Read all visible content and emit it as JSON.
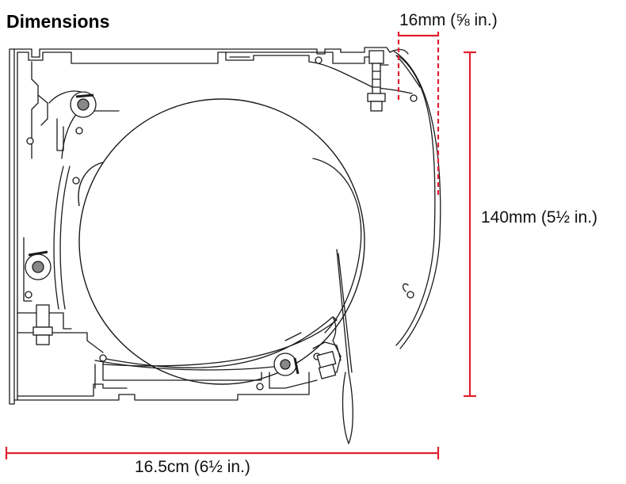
{
  "title": "Dimensions",
  "dimensions": {
    "depth": "16mm (⅝ in.)",
    "height": "140mm (5½ in.)",
    "width": "16.5cm (6½ in.)"
  },
  "colors": {
    "dimension_line": "#e0202e",
    "drawing_line": "#1a1a1a"
  }
}
